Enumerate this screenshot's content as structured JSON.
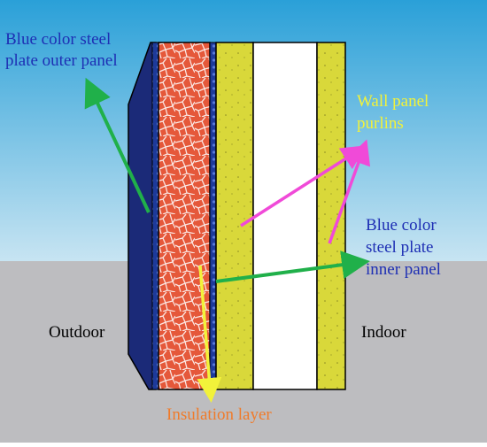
{
  "labels": {
    "outer_panel_line1": "Blue color steel",
    "outer_panel_line2": "plate outer panel",
    "purlins_line1": "Wall panel",
    "purlins_line2": "purlins",
    "inner_panel_line1": "Blue color",
    "inner_panel_line2": "steel plate",
    "inner_panel_line3": "inner panel",
    "outdoor": "Outdoor",
    "indoor": "Indoor",
    "insulation": "Insulation layer"
  },
  "colors": {
    "sky_top": "#2aa0d8",
    "sky_bottom": "#c7e4f2",
    "ground": "#bdbdc0",
    "steel_blue": "#1b2a78",
    "insulation": "#e5583a",
    "purlin": "#d9d83a",
    "cavity": "#ffffff",
    "label_blue": "#1e2fb4",
    "label_yellow": "#f2f23a",
    "label_orange": "#f07b2a",
    "arrow_green": "#20b04a",
    "arrow_magenta": "#f04ad8",
    "arrow_yellow": "#f2f23a"
  }
}
